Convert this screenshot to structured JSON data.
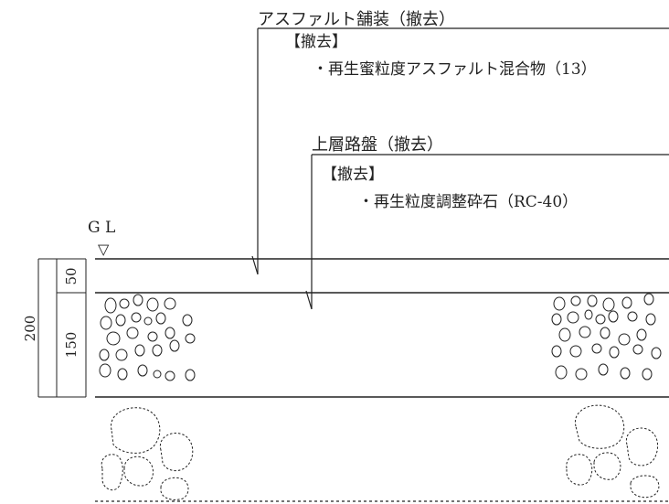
{
  "callouts": {
    "asphalt": {
      "title": "アスファルト舗装（撤去）",
      "section": "【撤去】",
      "material": "・再生蜜粒度アスファルト混合物（13）"
    },
    "base": {
      "title": "上層路盤（撤去）",
      "section": "【撤去】",
      "material": "・再生粒度調整砕石（RC-40）"
    }
  },
  "ground_level": {
    "label": "G L",
    "symbol": "▽"
  },
  "dimensions": {
    "total": "200",
    "surface": "50",
    "base": "150"
  }
}
